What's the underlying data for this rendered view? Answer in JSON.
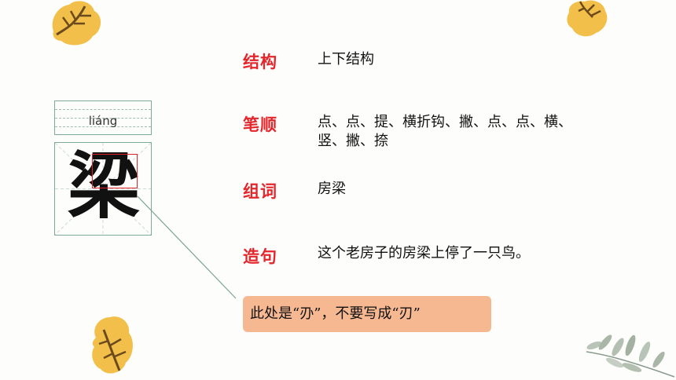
{
  "character": {
    "pinyin": "liáng",
    "glyph": "梁"
  },
  "rows": [
    {
      "label": "结构",
      "value": "上下结构"
    },
    {
      "label": "笔顺",
      "value": "点、点、提、横折钩、撇、点、点、横、",
      "value2": "竖、撇、捺"
    },
    {
      "label": "组词",
      "value": "房梁"
    },
    {
      "label": "造句",
      "value": "这个老房子的房梁上停了一只鸟。"
    }
  ],
  "note": "此处是“刅”，不要写成“刃”",
  "colors": {
    "label_red": "#e3262c",
    "note_bg": "#f6b891",
    "grid_green": "#7fa99a"
  },
  "decorations": [
    "autumn-leaf-icon",
    "autumn-leaf-icon",
    "autumn-leaf-icon",
    "olive-branch-icon"
  ]
}
